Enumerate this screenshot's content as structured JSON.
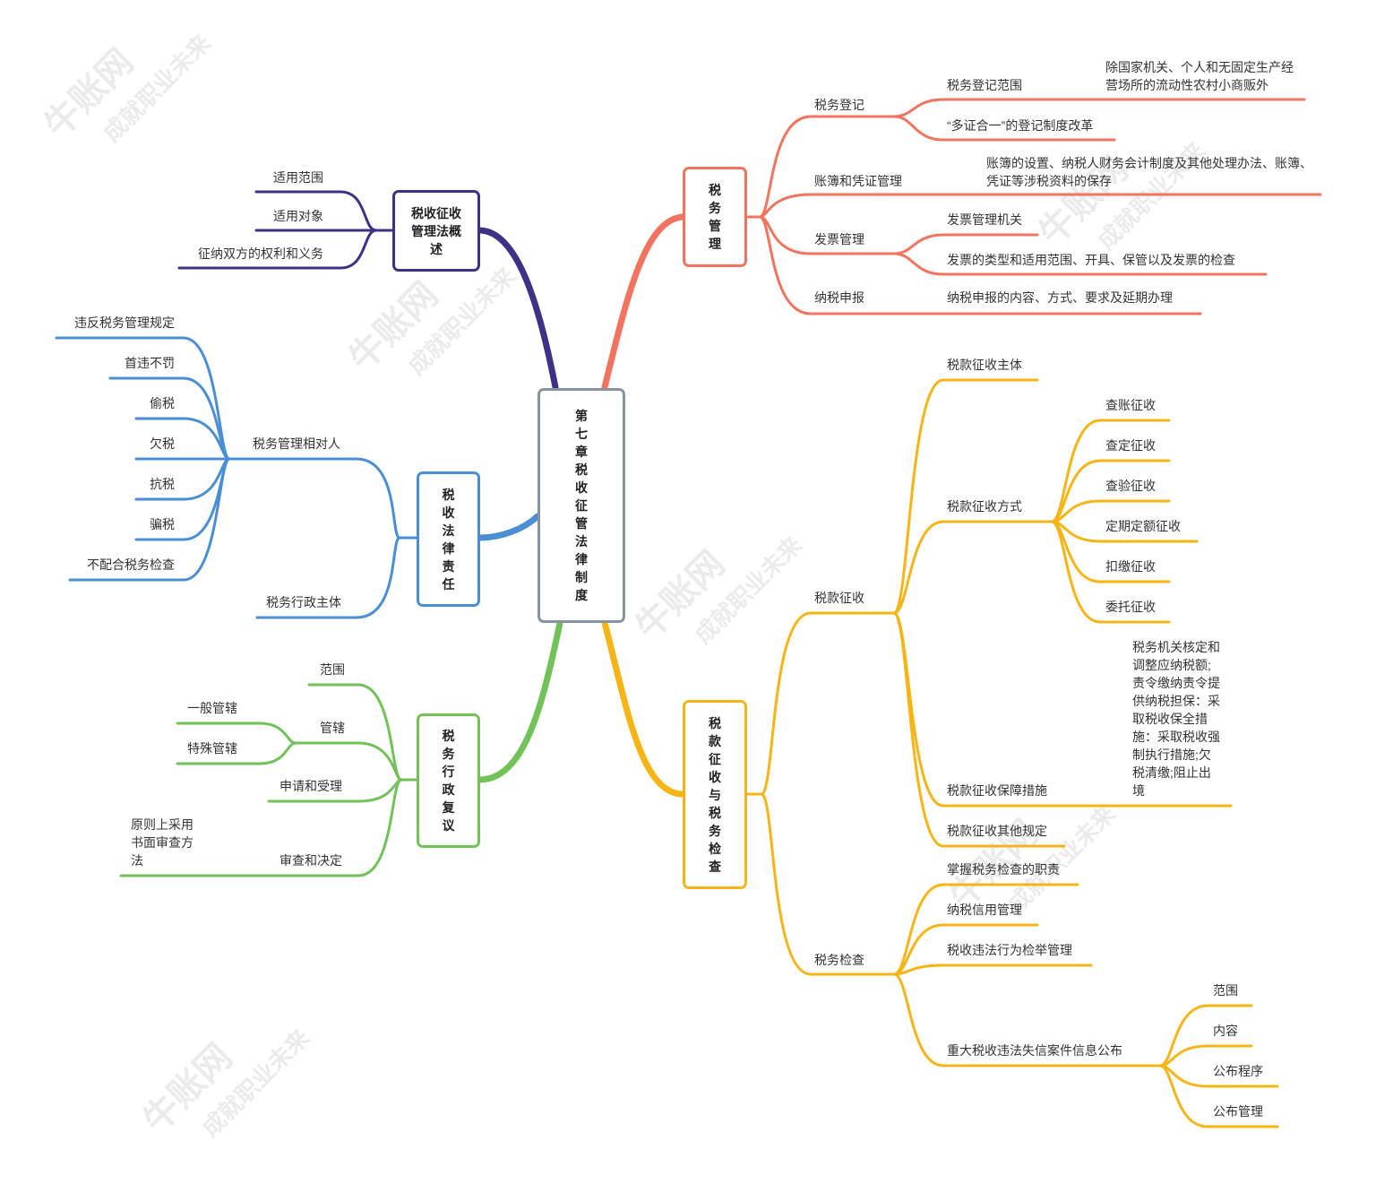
{
  "root": {
    "label": "第七章税收征管法律制度"
  },
  "colors": {
    "red": "#f4735f",
    "purple": "#3f3188",
    "blue": "#4a8ed6",
    "green": "#72c25a",
    "orange": "#f7b515",
    "root_border": "#8793a3"
  },
  "watermark": {
    "brand": "牛账网",
    "slogan": "成就职业未来"
  },
  "branches": {
    "tax_admin": {
      "label": "税务管理",
      "registration": {
        "label": "税务登记",
        "scope": "税务登记范围",
        "scope_detail": "除国家机关、个人和无固定生产经营场所的流动性农村小商贩外",
        "reform": "“多证合一”的登记制度改革"
      },
      "books": {
        "label": "账簿和凭证管理",
        "detail": "账簿的设置、纳税人财务会计制度及其他处理办法、账簿、凭证等涉税资料的保存"
      },
      "invoice": {
        "label": "发票管理",
        "authority": "发票管理机关",
        "types": "发票的类型和适用范围、开具、保管以及发票的检查"
      },
      "filing": {
        "label": "纳税申报",
        "detail": "纳税申报的内容、方式、要求及延期办理"
      }
    },
    "overview": {
      "label": "税收征收管理法概述",
      "items": [
        "适用范围",
        "适用对象",
        "征纳双方的权利和义务"
      ]
    },
    "legal_liability": {
      "label": "税收法律责任",
      "counterpart": {
        "label": "税务管理相对人",
        "items": [
          "违反税务管理规定",
          "首违不罚",
          "偷税",
          "欠税",
          "抗税",
          "骗税",
          "不配合税务检查"
        ]
      },
      "admin_subject": "税务行政主体"
    },
    "review": {
      "label": "税务行政复议",
      "scope": "范围",
      "jurisdiction": {
        "label": "管辖",
        "items": [
          "一般管辖",
          "特殊管辖"
        ]
      },
      "application": "申请和受理",
      "decision": {
        "label": "审查和决定",
        "detail": "原则上采用书面审查方法"
      }
    },
    "collection": {
      "label": "税款征收与税务检查",
      "levy": {
        "label": "税款征收",
        "subject": "税款征收主体",
        "methods": {
          "label": "税款征收方式",
          "items": [
            "查账征收",
            "查定征收",
            "查验征收",
            "定期定额征收",
            "扣缴征收",
            "委托征收"
          ]
        },
        "safeguards": {
          "label": "税款征收保障措施",
          "detail": "税务机关核定和调整应纳税额;责令缴纳责令提供纳税担保：采取税收保全措施：采取税收强制执行措施;欠税清缴;阻止出境"
        },
        "other": "税款征收其他规定"
      },
      "inspection": {
        "label": "税务检查",
        "items": [
          "掌握税务检查的职责",
          "纳税信用管理",
          "税收违法行为检举管理"
        ],
        "disclosure": {
          "label": "重大税收违法失信案件信息公布",
          "items": [
            "范围",
            "内容",
            "公布程序",
            "公布管理"
          ]
        }
      }
    }
  }
}
